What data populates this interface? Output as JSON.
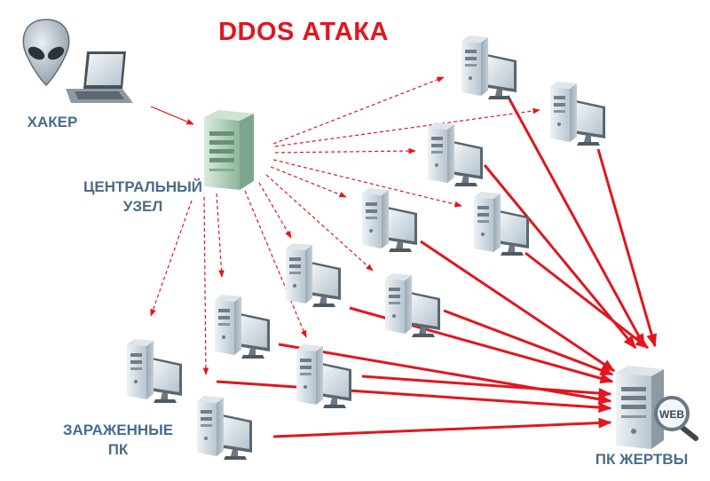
{
  "title": "DDOS АТАКА",
  "labels": {
    "hacker": "ХАКЕР",
    "central_line1": "ЦЕНТРАЛЬНЫЙ",
    "central_line2": "УЗЕЛ",
    "infected_line1": "ЗАРАЖЕННЫЕ",
    "infected_line2": "ПК",
    "victim": "ПК ЖЕРТВЫ"
  },
  "web_badge": "WEB",
  "colors": {
    "attack": "#e1161e",
    "label": "#4a6c8c",
    "server": "#a9c9b3",
    "pc": "#c9d4dc"
  },
  "icons": [
    "alien-icon",
    "laptop-icon",
    "server-icon",
    "pc-icon",
    "magnifier-icon"
  ]
}
